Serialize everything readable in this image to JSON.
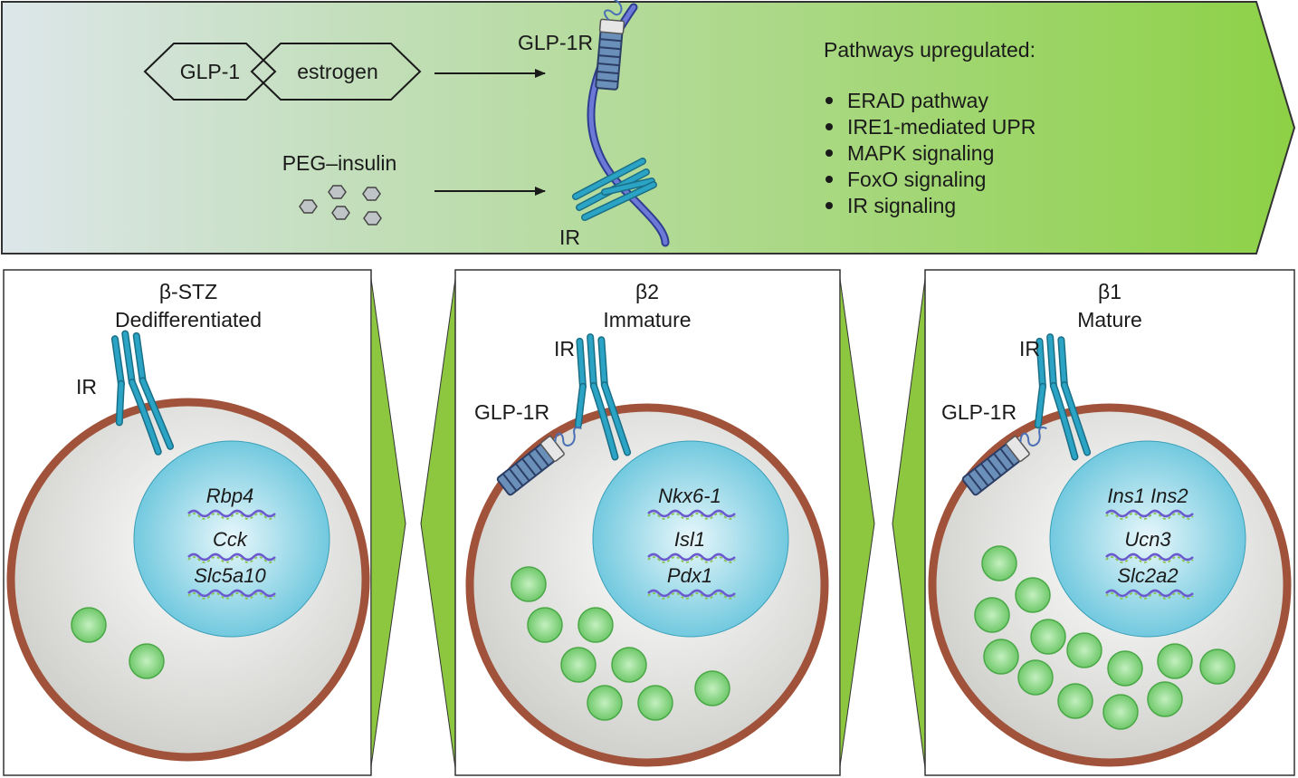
{
  "top_panel": {
    "ligands": {
      "glp1": "GLP-1",
      "estrogen": "estrogen",
      "peg_insulin": "PEG–insulin"
    },
    "receptors": {
      "glp1r": "GLP-1R",
      "ir": "IR"
    },
    "pathways_title": "Pathways upregulated:",
    "pathways": [
      "ERAD pathway",
      "IRE1-mediated UPR",
      "MAPK signaling",
      "FoxO signaling",
      "IR signaling"
    ]
  },
  "cells": [
    {
      "title_line1": "β-STZ",
      "title_line2": "Dedifferentiated",
      "receptor_labels": {
        "ir": "IR",
        "glp1r": ""
      },
      "genes": [
        "Rbp4",
        "Cck",
        "Slc5a10"
      ],
      "granule_count": 2
    },
    {
      "title_line1": "β2",
      "title_line2": "Immature",
      "receptor_labels": {
        "ir": "IR",
        "glp1r": "GLP-1R"
      },
      "genes": [
        "Nkx6-1",
        "Isl1",
        "Pdx1"
      ],
      "granule_count": 8
    },
    {
      "title_line1": "β1",
      "title_line2": "Mature",
      "receptor_labels": {
        "ir": "IR",
        "glp1r": "GLP-1R"
      },
      "genes": [
        "Ins1 Ins2",
        "Ucn3",
        "Slc2a2"
      ],
      "granule_count": 13
    }
  ],
  "colors": {
    "membrane": "#a0533a",
    "nucleus": "#5bc0d9",
    "receptor": "#2aa3c4",
    "granule": "#8fdc8a",
    "arrow_green": "#8dc63f",
    "gradient_start": "#dde6ea",
    "gradient_end": "#8dd146"
  }
}
